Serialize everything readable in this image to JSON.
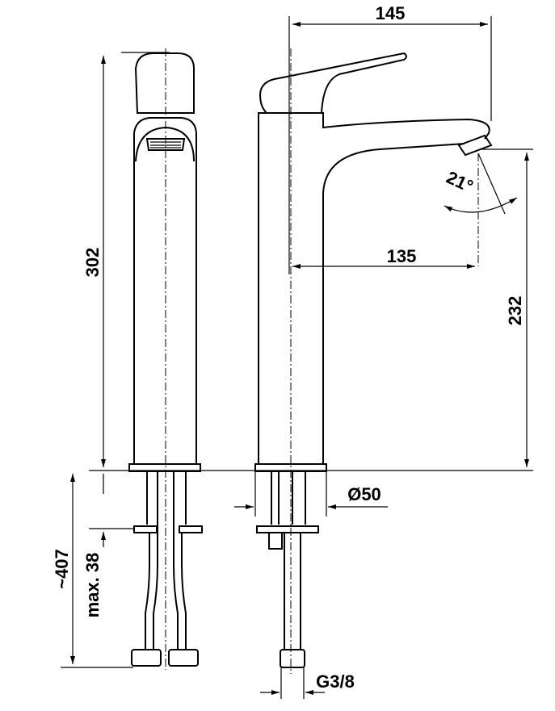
{
  "drawing": {
    "title": "Tall basin mixer dimension drawing",
    "dimensions": {
      "overall_reach": "145",
      "spout_reach": "135",
      "spout_angle": "21°",
      "overall_height": "302",
      "spout_height": "232",
      "base_diameter": "Ø50",
      "hose_length": "~407",
      "max_deck_thickness": "max. 38",
      "connection_thread": "G3/8"
    }
  }
}
